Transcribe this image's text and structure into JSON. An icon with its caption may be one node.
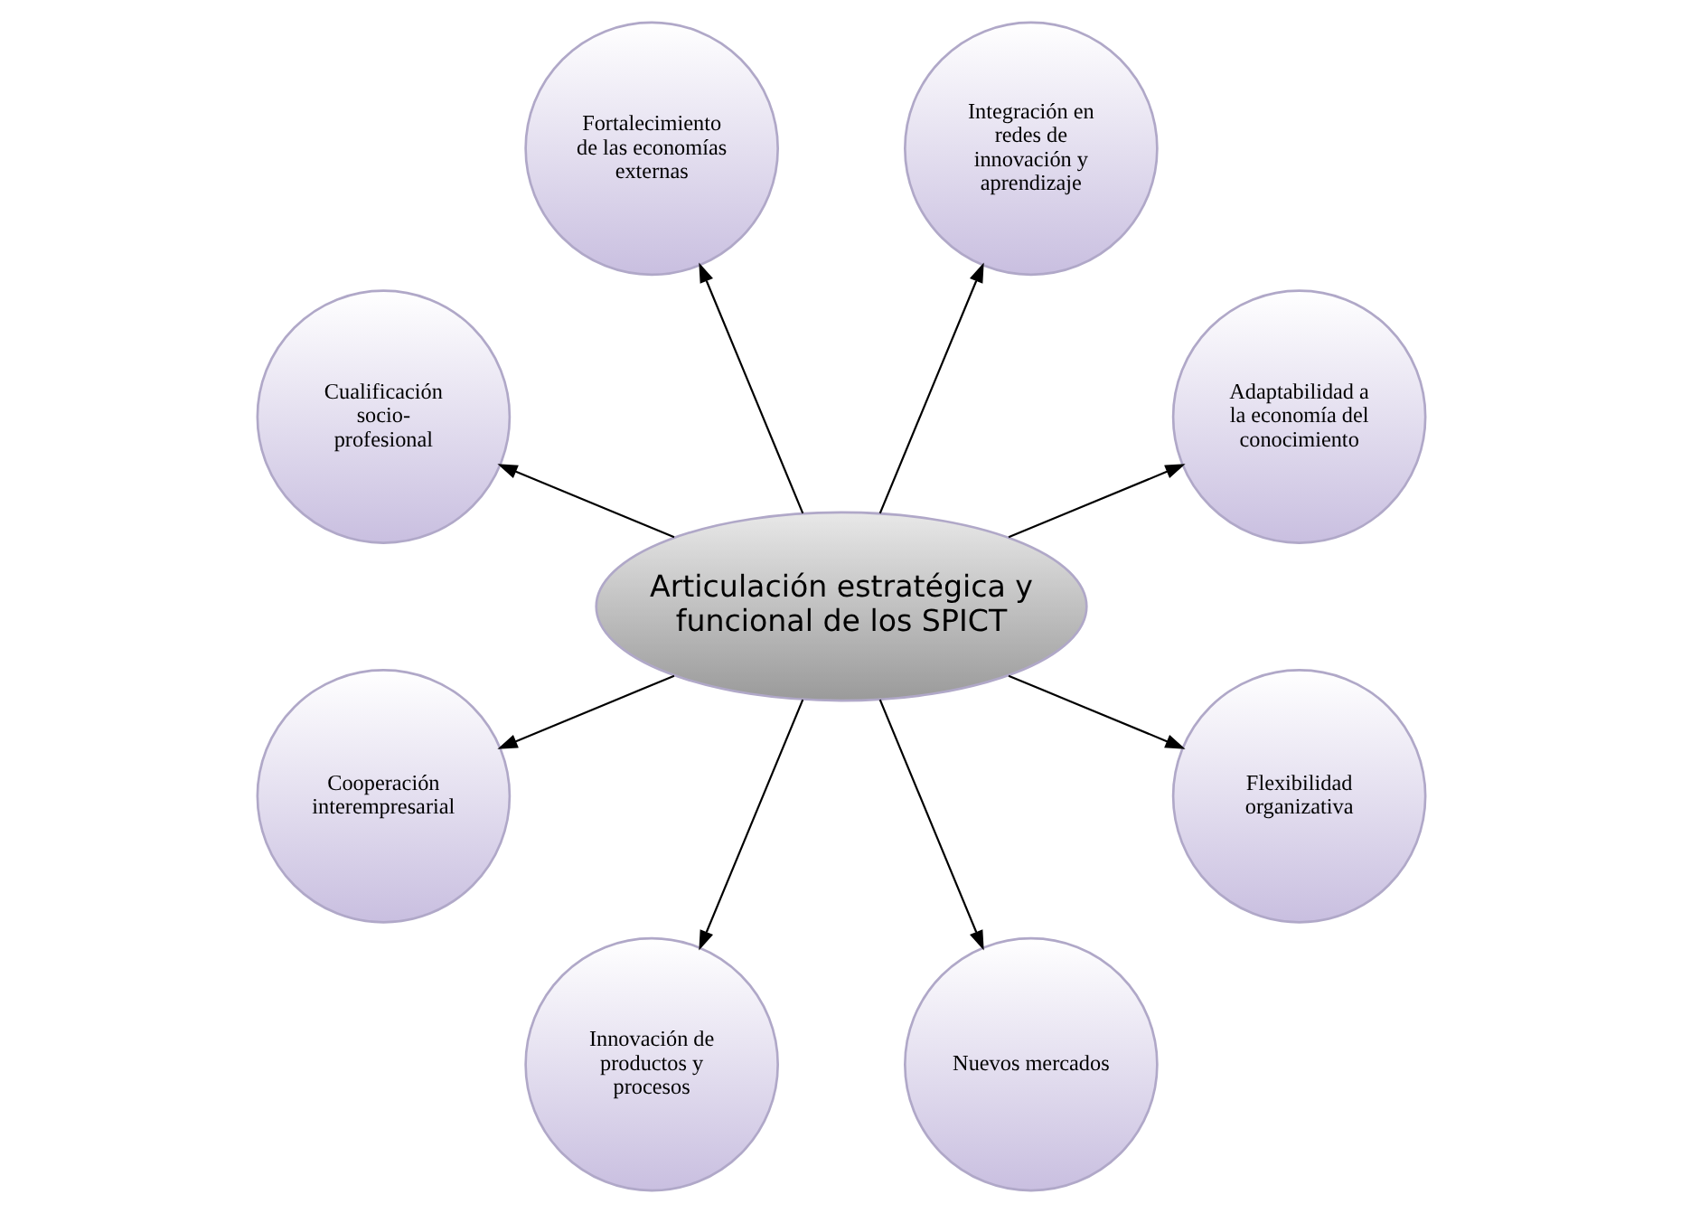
{
  "diagram": {
    "nodes": [
      {
        "text": [
          "Articulación estratégica y funcional de los SPICT"
        ]
      },
      {
        "text": [
          "Adaptabilidad a la economía del conocimiento"
        ]
      },
      {
        "text": [
          "Integración en redes de innovación y aprendizaje"
        ]
      },
      {
        "text": [
          "Fortalecimiento de las economías externas"
        ]
      },
      {
        "text": [
          "Cualificación socio-profesional"
        ]
      },
      {
        "text": [
          "Cooperación interempresarial"
        ]
      },
      {
        "text": [
          "Innovación de productos y procesos"
        ]
      },
      {
        "text": [
          "Nuevos mercados"
        ]
      },
      {
        "text": [
          "Flexibilidad organizativa"
        ]
      }
    ],
    "edges": [
      {
        "from": 0,
        "to": 1,
        "arrow": "to"
      },
      {
        "from": 0,
        "to": 2,
        "arrow": "to"
      },
      {
        "from": 0,
        "to": 3,
        "arrow": "to"
      },
      {
        "from": 0,
        "to": 4,
        "arrow": "to"
      },
      {
        "from": 0,
        "to": 5,
        "arrow": "to"
      },
      {
        "from": 0,
        "to": 6,
        "arrow": "to"
      },
      {
        "from": 0,
        "to": 7,
        "arrow": "to"
      },
      {
        "from": 0,
        "to": 8,
        "arrow": "to"
      }
    ]
  }
}
